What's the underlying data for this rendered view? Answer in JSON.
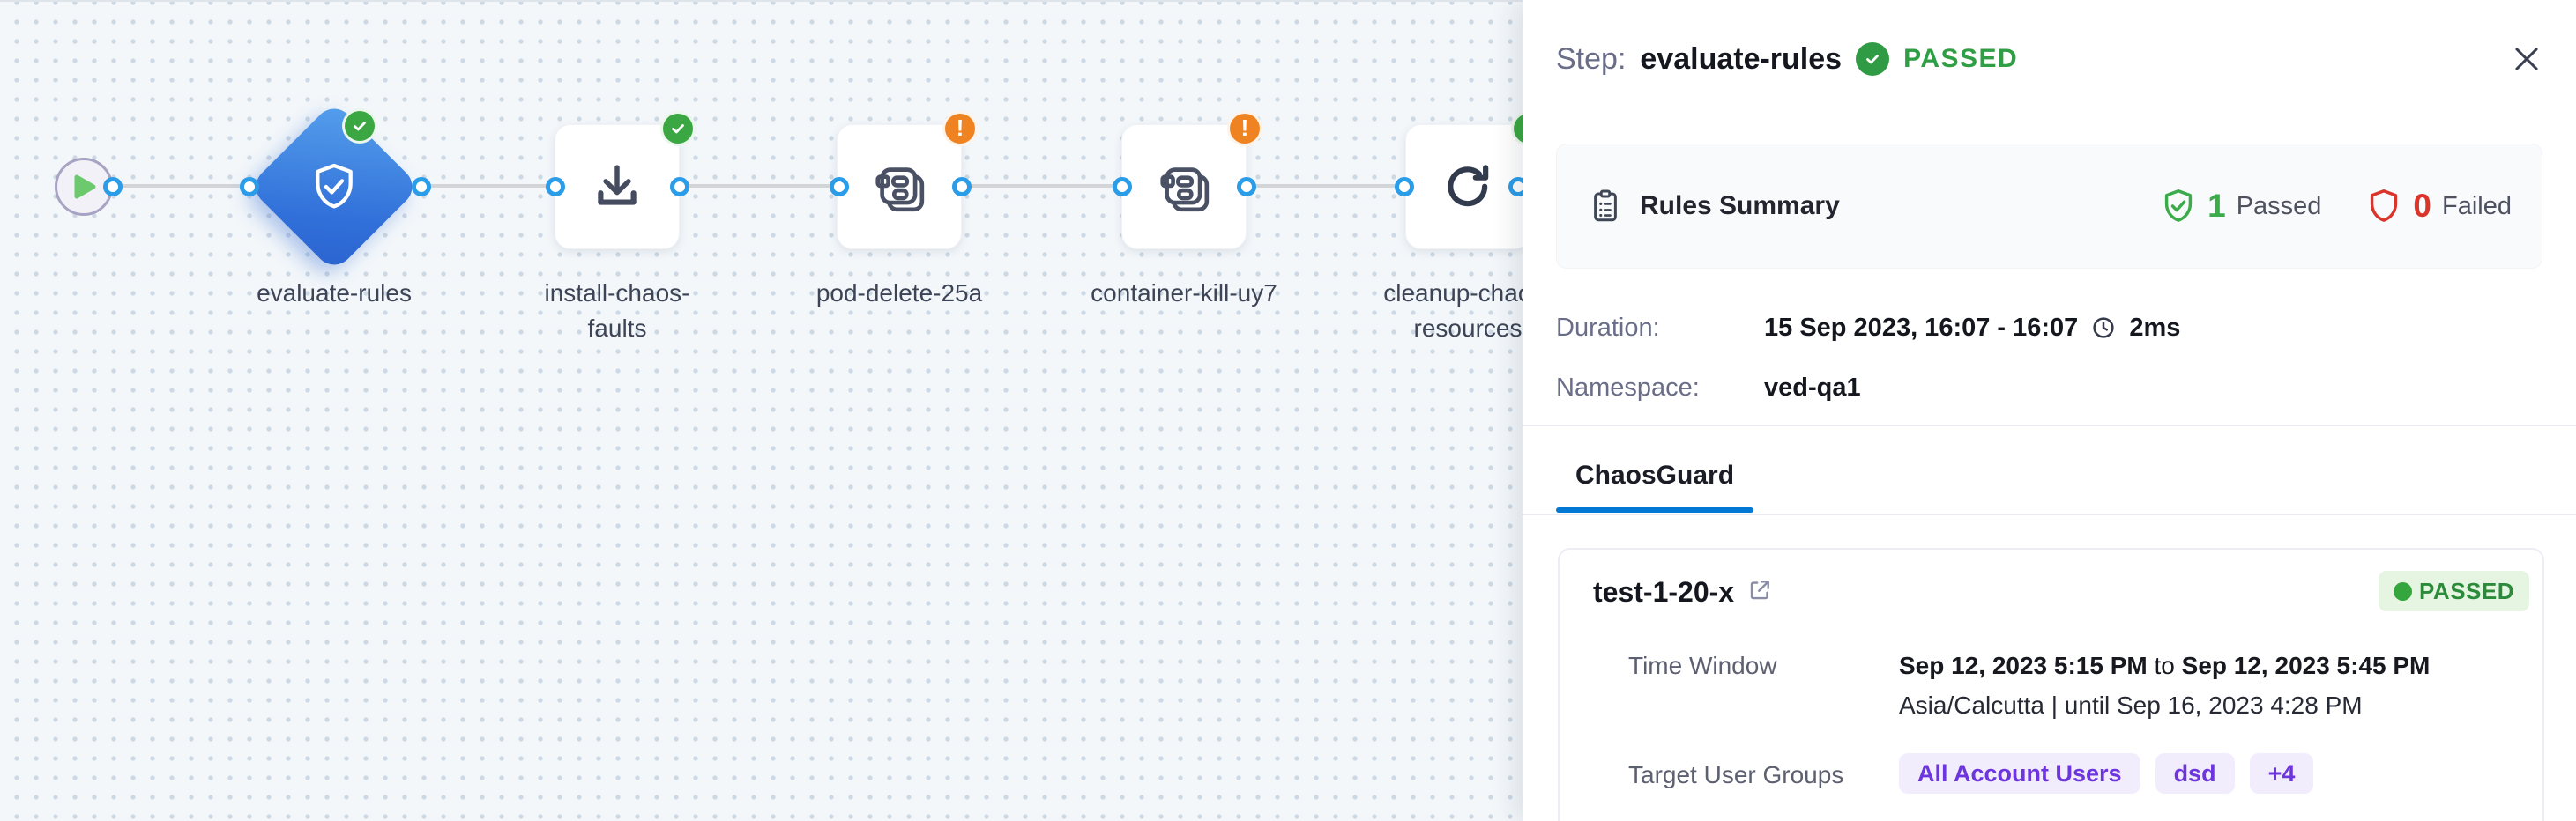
{
  "canvas": {
    "nodes": [
      {
        "id": "start",
        "type": "start"
      },
      {
        "id": "evaluate-rules",
        "type": "diamond",
        "label": "evaluate-rules",
        "status": "passed",
        "icon": "shield-check-icon"
      },
      {
        "id": "install-chaos-faults",
        "type": "step",
        "label_lines": [
          "install-chaos-",
          "faults"
        ],
        "status": "passed",
        "icon": "download-icon"
      },
      {
        "id": "pod-delete-25a",
        "type": "step",
        "label": "pod-delete-25a",
        "status": "warning",
        "icon": "chaos-fault-icon"
      },
      {
        "id": "container-kill-uy7",
        "type": "step",
        "label": "container-kill-uy7",
        "status": "warning",
        "icon": "chaos-fault-icon"
      },
      {
        "id": "cleanup-chaos-resources",
        "type": "step",
        "label_lines": [
          "cleanup-chaos-",
          "resources"
        ],
        "status": "passed",
        "icon": "retry-icon"
      }
    ]
  },
  "panel": {
    "header": {
      "step_label": "Step:",
      "step_name": "evaluate-rules",
      "status": "PASSED"
    },
    "rules_summary": {
      "title": "Rules Summary",
      "passed_count": "1",
      "passed_label": "Passed",
      "failed_count": "0",
      "failed_label": "Failed"
    },
    "details": {
      "duration_label": "Duration:",
      "duration_value": "15 Sep 2023, 16:07 - 16:07",
      "duration_ms": "2ms",
      "namespace_label": "Namespace:",
      "namespace_value": "ved-qa1"
    },
    "tabs": [
      {
        "label": "ChaosGuard",
        "active": true
      }
    ],
    "guard_card": {
      "name": "test-1-20-x",
      "status": "PASSED",
      "time_window_label": "Time Window",
      "time_window_start": "Sep 12, 2023 5:15 PM",
      "time_window_join": "to",
      "time_window_end": "Sep 12, 2023 5:45 PM",
      "timezone_line": "Asia/Calcutta | until Sep 16, 2023 4:28 PM",
      "target_user_groups_label": "Target User Groups",
      "user_groups": [
        "All Account Users",
        "dsd",
        "+4"
      ]
    }
  },
  "colors": {
    "passed_green": "#2f9e45",
    "warning_orange": "#ef8322",
    "failed_red": "#da352b",
    "accent_blue": "#0278d5",
    "chip_purple": "#6d35dd",
    "node_blue": "#306fd9"
  }
}
